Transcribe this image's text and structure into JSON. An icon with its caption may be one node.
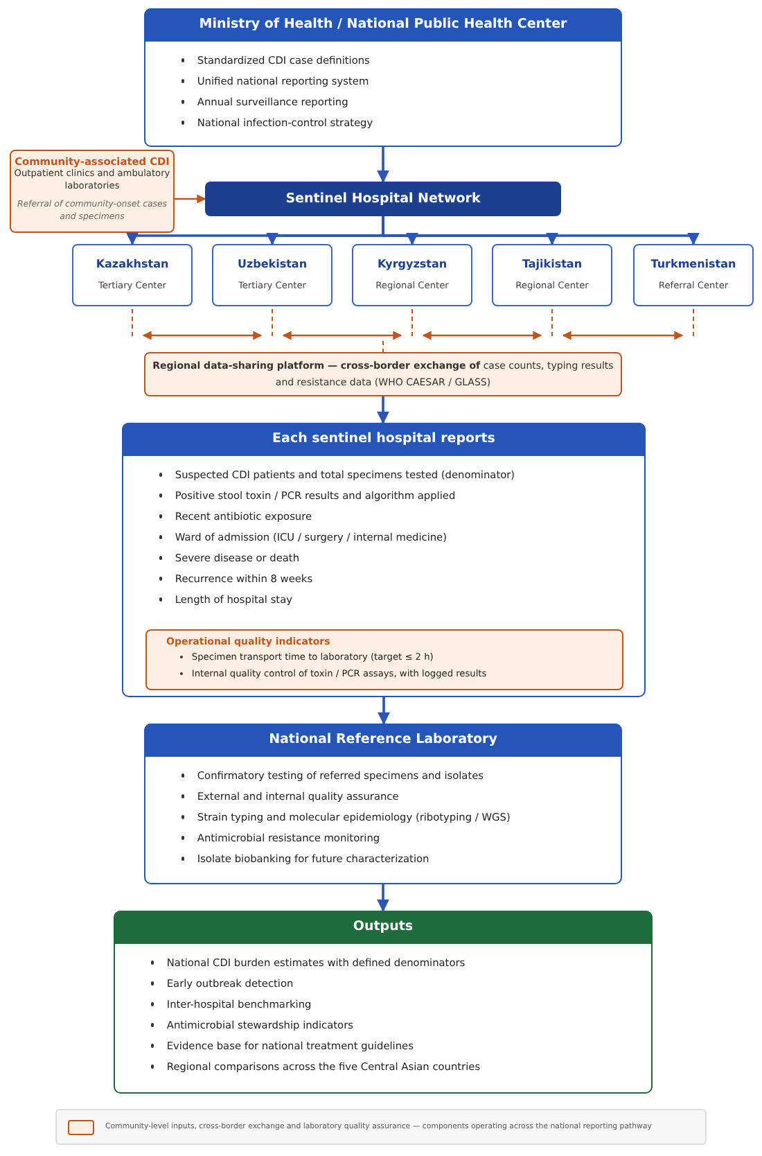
{
  "diagram": {
    "nodes": [
      {
        "text": [
          "Ministry of Health / National Public Health Center",
          "Standardized CDI case definitions",
          "Unified national reporting system",
          "Annual surveillance reporting",
          "National infection-control strategy"
        ]
      },
      {
        "text": [
          "Community-associated CDI",
          "Outpatient clinics and ambulatory laboratories",
          "Referral of community-onset cases and specimens"
        ]
      },
      {
        "text": [
          "Sentinel Hospital Network"
        ]
      },
      {
        "text": [
          "Kazakhstan",
          "Tertiary Center"
        ]
      },
      {
        "text": [
          "Uzbekistan",
          "Tertiary Center"
        ]
      },
      {
        "text": [
          "Kyrgyzstan",
          "Regional Center"
        ]
      },
      {
        "text": [
          "Tajikistan",
          "Regional Center"
        ]
      },
      {
        "text": [
          "Turkmenistan",
          "Referral Center"
        ]
      },
      {
        "text": [
          "**Regional data-sharing platform  —  cross-border exchange of** case counts, typing results and resistance data (WHO CAESAR / GLASS)"
        ]
      },
      {
        "text": [
          "Each sentinel hospital reports",
          "Suspected CDI patients and total specimens tested (denominator)",
          "Positive stool toxin / PCR results and algorithm applied",
          "Recent antibiotic exposure",
          "Ward of admission (ICU / surgery / internal medicine)",
          "Severe disease or death",
          "Recurrence within 8 weeks",
          "Length of hospital stay"
        ]
      },
      {
        "text": [
          "Operational quality indicators",
          "Specimen transport time to laboratory (target ≤ 2 h)",
          "Internal quality control of toxin / PCR assays, with logged results"
        ],
        "in": 9
      },
      {
        "text": [
          "National Reference Laboratory",
          "Confirmatory testing of referred specimens and isolates",
          "External and internal quality assurance",
          "Strain typing and molecular epidemiology (ribotyping / WGS)",
          "Antimicrobial resistance monitoring",
          "Isolate biobanking for future characterization"
        ]
      },
      {
        "text": [
          "Outputs",
          "National CDI burden estimates with defined denominators",
          "Early outbreak detection",
          "Inter-hospital benchmarking",
          "Antimicrobial stewardship indicators",
          "Evidence base for national treatment guidelines",
          "Regional comparisons across the five Central Asian countries"
        ]
      }
    ],
    "edges": [
      {
        "from": 0,
        "to": 2,
        "arrow": "to"
      },
      {
        "from": 1,
        "to": 2,
        "arrow": "to",
        "color": "#c0561e"
      },
      {
        "from": 2,
        "to": 3,
        "arrow": "to"
      },
      {
        "from": 2,
        "to": 4,
        "arrow": "to"
      },
      {
        "from": 2,
        "to": 5,
        "arrow": "to"
      },
      {
        "from": 2,
        "to": 6,
        "arrow": "to"
      },
      {
        "from": 2,
        "to": 7,
        "arrow": "to"
      },
      {
        "from": 3,
        "to": 4,
        "arrow": "both",
        "color": "#c0561e"
      },
      {
        "from": 4,
        "to": 5,
        "arrow": "both",
        "color": "#c0561e"
      },
      {
        "from": 5,
        "to": 6,
        "arrow": "both",
        "color": "#c0561e"
      },
      {
        "from": 6,
        "to": 7,
        "arrow": "both",
        "color": "#c0561e"
      },
      {
        "from": null,
        "to": 8,
        "arrow": "none",
        "style": "dashed",
        "color": "#c0561e"
      },
      {
        "from": 8,
        "to": 9,
        "arrow": "to"
      },
      {
        "from": 9,
        "to": 11,
        "arrow": "to"
      },
      {
        "from": 11,
        "to": 12,
        "arrow": "to"
      }
    ],
    "legend": [
      {
        "text": "Community-level inputs, cross-border exchange and laboratory quality assurance — components operating across the national reporting pathway",
        "color": "#fbeee2"
      }
    ]
  }
}
